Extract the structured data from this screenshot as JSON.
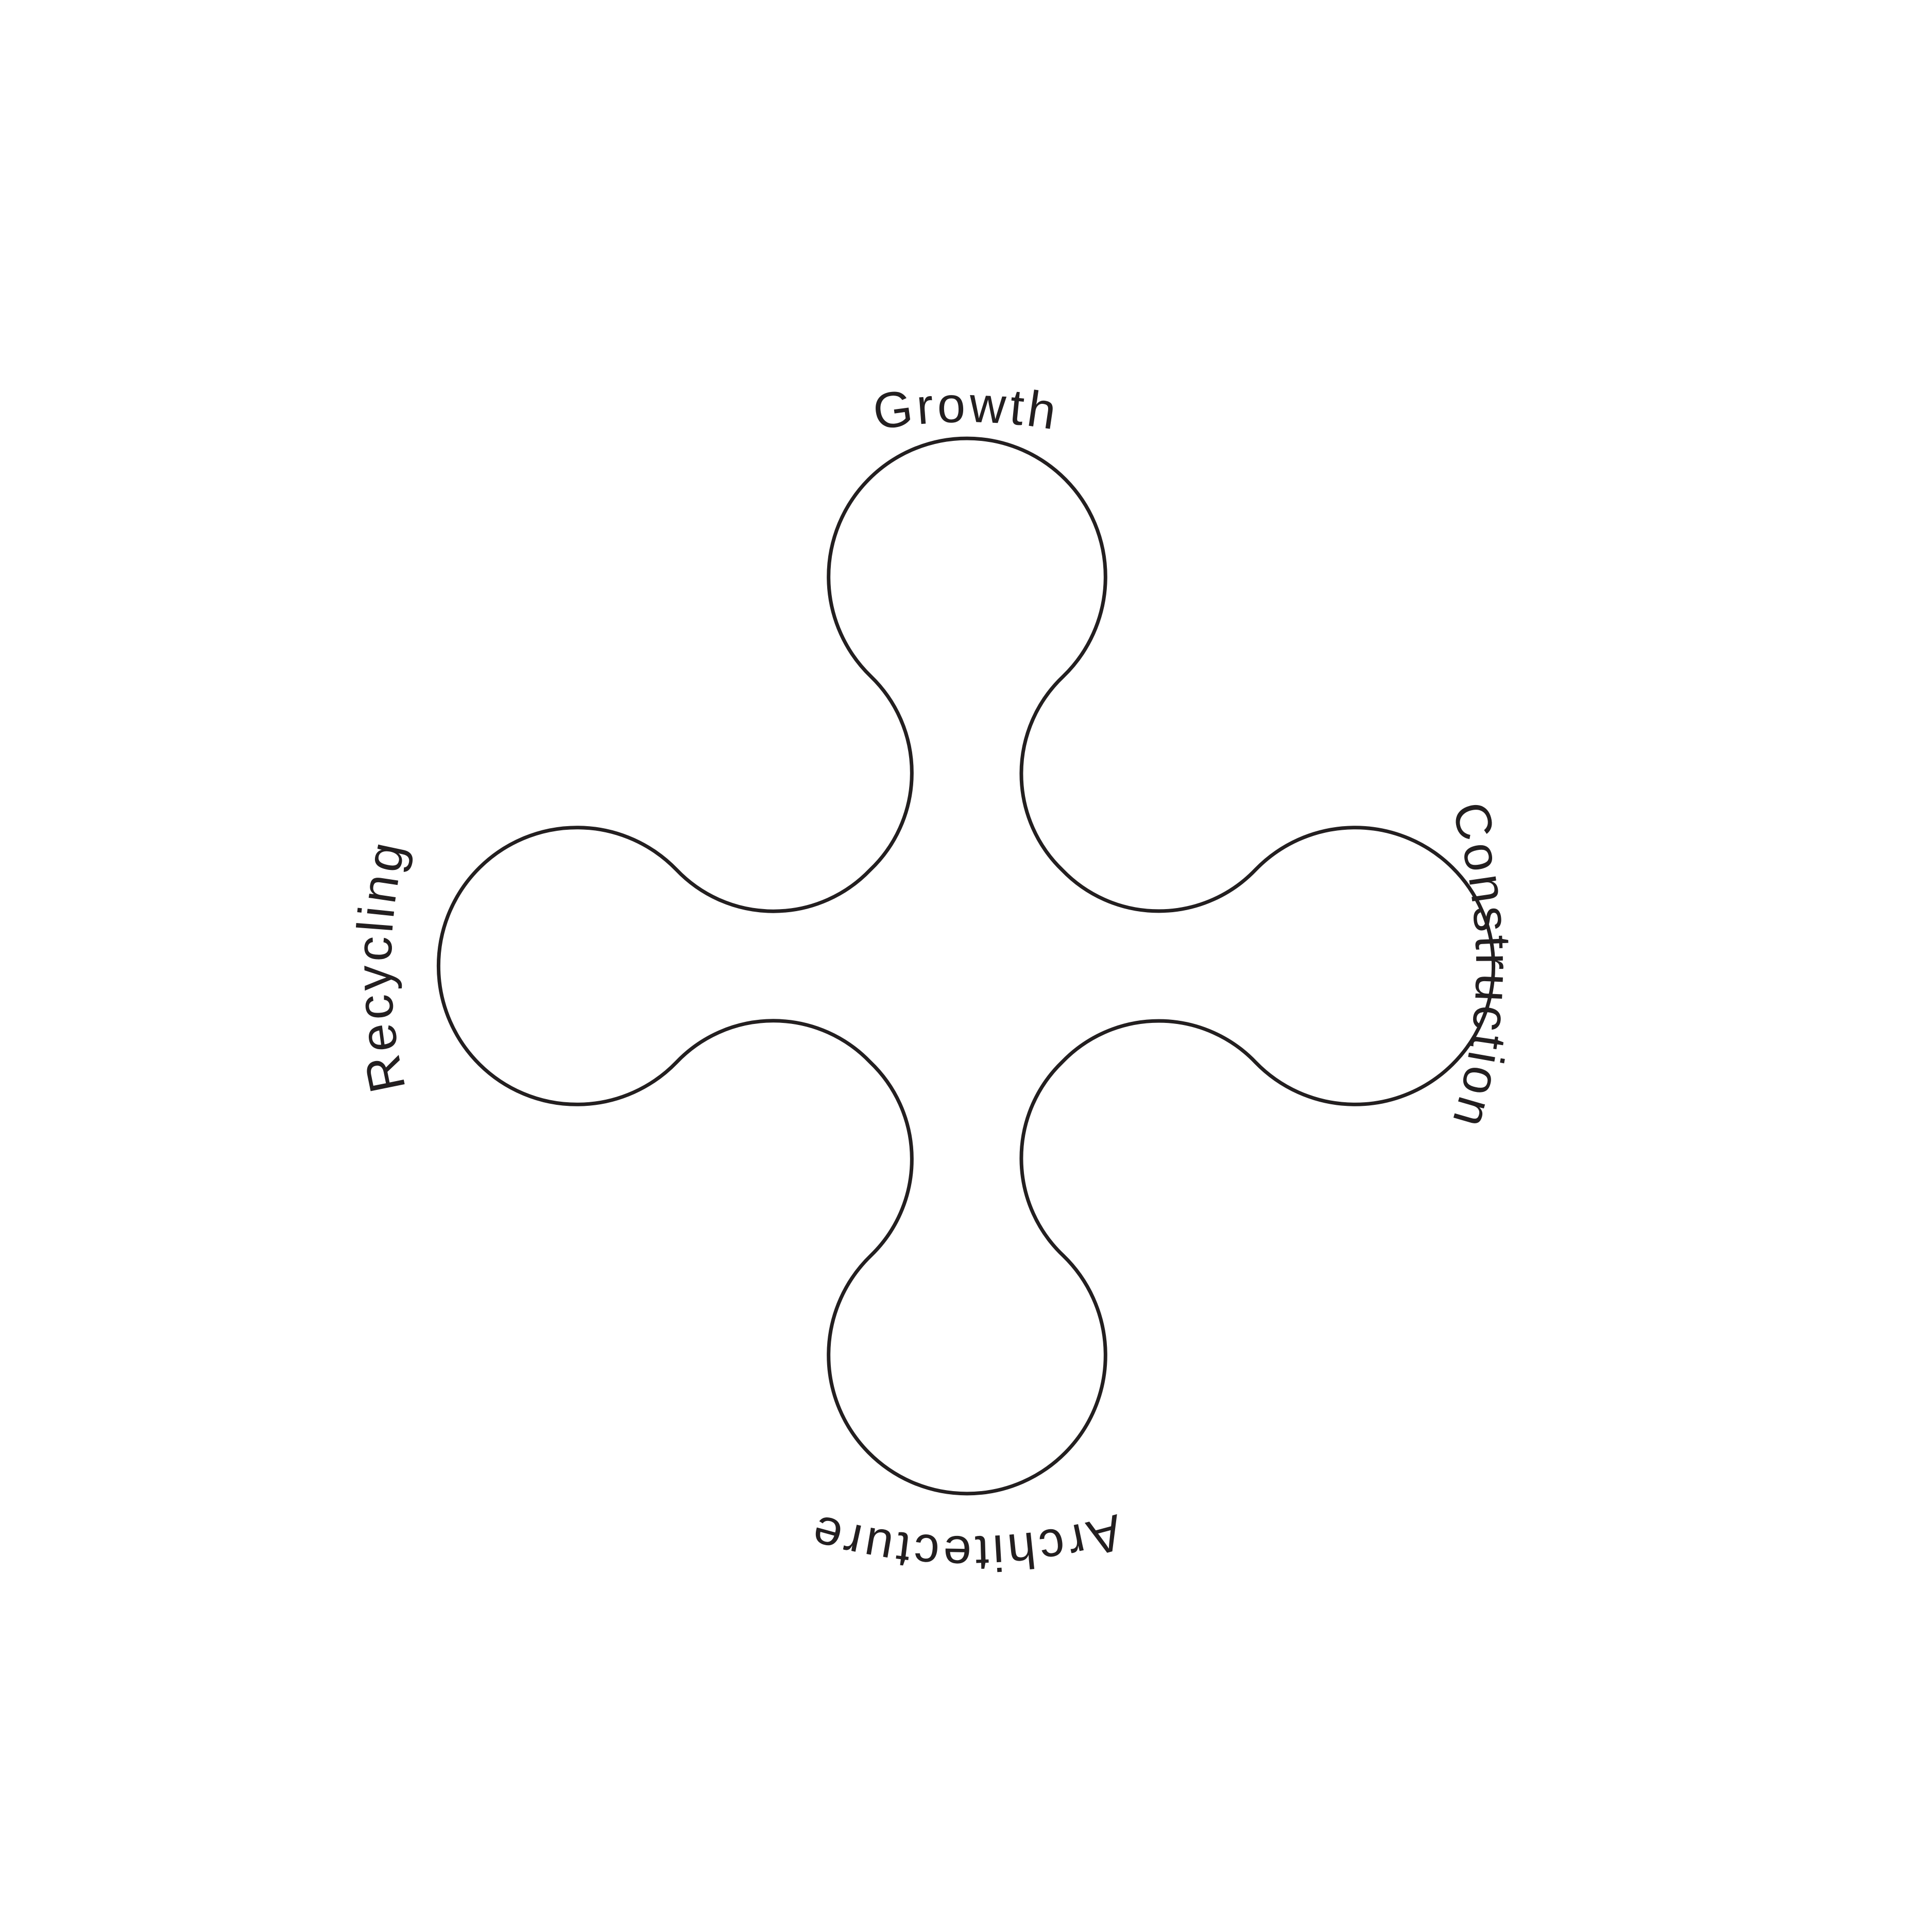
{
  "diagram": {
    "colors": {
      "background": "#ffffff",
      "stroke": "#231f20",
      "text": "#231f20"
    },
    "labels": {
      "top": "Growth",
      "right": "Construction",
      "bottom": "Architecture",
      "left": "Recycling"
    }
  }
}
